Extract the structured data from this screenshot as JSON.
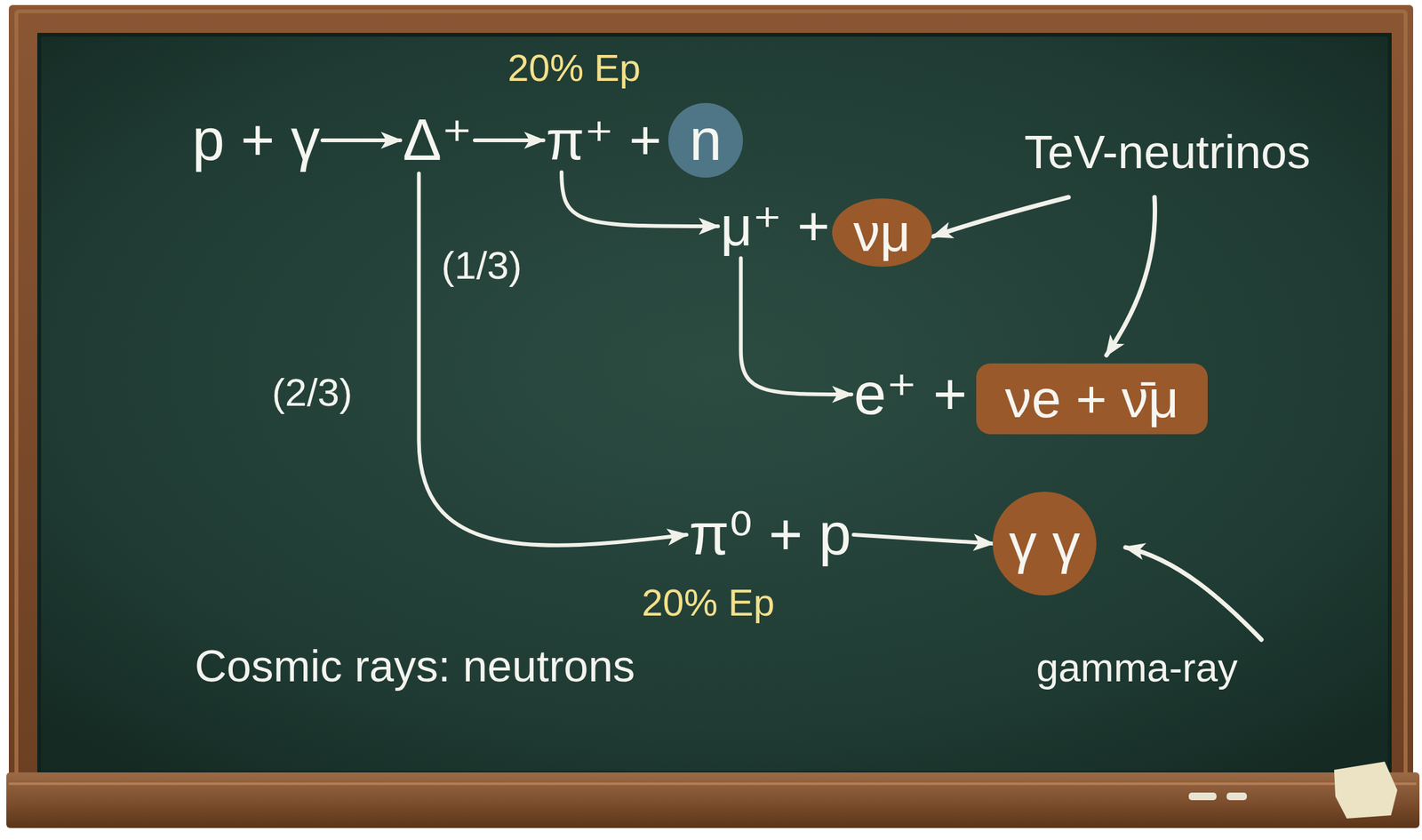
{
  "diagram": {
    "nodes": [
      {
        "text": [
          "p + γ"
        ]
      },
      {
        "text": [
          "Δ⁺"
        ]
      },
      {
        "text": [
          "π⁺ +"
        ]
      },
      {
        "text": [
          "n"
        ]
      },
      {
        "text": [
          "μ⁺ +"
        ]
      },
      {
        "text": [
          "νμ"
        ]
      },
      {
        "text": [
          "e⁺ +"
        ]
      },
      {
        "text": [
          "νe + ν̄μ"
        ]
      },
      {
        "text": [
          "π⁰ + p"
        ]
      },
      {
        "text": [
          "γ γ"
        ]
      }
    ],
    "edges": [
      {
        "from": 0,
        "to": 1,
        "arrow": "to"
      },
      {
        "from": 1,
        "to": 2,
        "arrow": "to"
      },
      {
        "from": 2,
        "to": 4,
        "arrow": "to"
      },
      {
        "from": 4,
        "to": 6,
        "arrow": "to"
      },
      {
        "from": 1,
        "to": 8,
        "arrow": "to"
      },
      {
        "from": 8,
        "to": 9,
        "arrow": "to"
      }
    ],
    "labels": [
      "20% Ep",
      "TeV-neutrinos",
      "(1/3)",
      "(2/3)",
      "20% Ep",
      "Cosmic rays: neutrons",
      "gamma-ray"
    ]
  }
}
